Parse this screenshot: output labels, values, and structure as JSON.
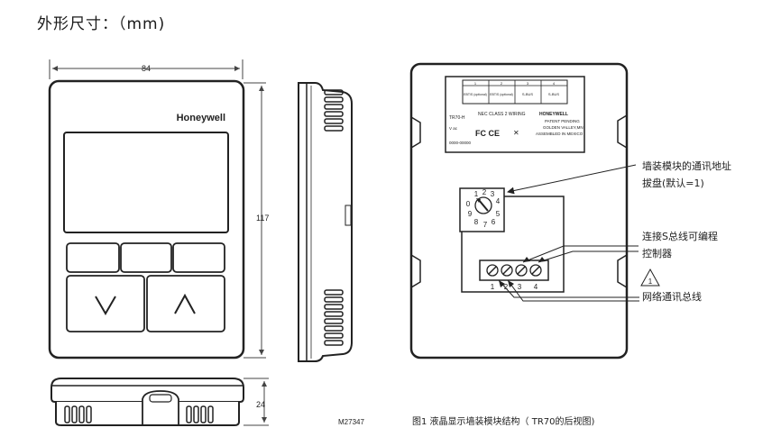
{
  "page_title": "外形尺寸：（mm)",
  "dimensions": {
    "width": "84",
    "height": "117",
    "depth": "24"
  },
  "front": {
    "brand": "Honeywell",
    "down_arrow": "V",
    "up_arrow": "Λ"
  },
  "back_label": {
    "table_numbers": [
      "1",
      "2",
      "3",
      "4"
    ],
    "table_cells": [
      "EBT/S (optional)",
      "EBT/S (optional)",
      "S-BUS",
      "S-BUS"
    ],
    "model": "TR70-H",
    "voltage": "V ac",
    "nec": "NEC CLASS 2 WIRING",
    "brand": "HONEYWELL",
    "patent": "PATENT PENDING",
    "address": "GOLDEN VALLEY,MN",
    "assembled": "ASSEMBLED IN MEXICO",
    "fc": "FC CE",
    "code": "0000-00000"
  },
  "dip": {
    "numbers": [
      "1",
      "2",
      "3",
      "4",
      "5",
      "6",
      "7",
      "8",
      "9",
      "0"
    ]
  },
  "terminal_numbers": [
    "1",
    "2",
    "3",
    "4"
  ],
  "annotations": {
    "dial_line1": "墙装模块的通讯地址",
    "dial_line2": "拔盘(默认=1)",
    "sbus_line1": "连接S总线可编程",
    "sbus_line2": "控制器",
    "warning_num": "1",
    "network": "网络通讯总线"
  },
  "figure_id": "M27347",
  "caption": "图1 液晶显示墙装模块结构（ TR70的后视图)"
}
